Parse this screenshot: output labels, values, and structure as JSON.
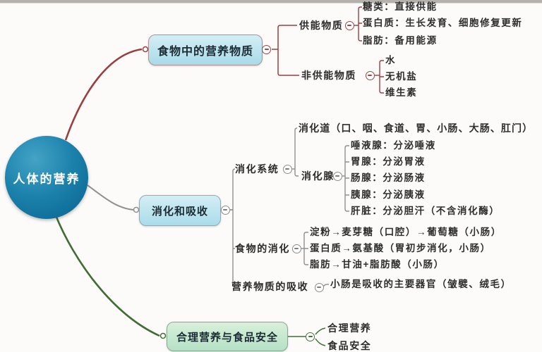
{
  "colors": {
    "branch_red": "#9a3f3f",
    "branch_gray": "#8f8f8f",
    "branch_green": "#3f6d33",
    "root_fill": "#1b81ab",
    "node_blue_top": "#d4eef5",
    "node_blue_bottom": "#a8dbe9",
    "node_green_top": "#d9f0db",
    "node_green_bottom": "#b4e1c5",
    "text": "#2e2e2e"
  },
  "root": {
    "label": "人体的营养"
  },
  "branches": {
    "nutrients": {
      "label": "食物中的营养物质",
      "energy": {
        "label": "供能物质",
        "items": [
          "糖类：直接供能",
          "蛋白质：生长发育、细胞修复更新",
          "脂肪：备用能源"
        ]
      },
      "non_energy": {
        "label": "非供能物质",
        "items": [
          "水",
          "无机盐",
          "维生素"
        ]
      }
    },
    "digestion": {
      "label": "消化和吸收",
      "system": {
        "label": "消化系统",
        "tract": "消化道（口、咽、食道、胃、小肠、大肠、肛门）",
        "glands": {
          "label": "消化腺",
          "items": [
            "唾液腺：分泌唾液",
            "胃腺：分泌胃液",
            "肠腺：分泌肠液",
            "胰腺：分泌胰液",
            "肝脏：分泌胆汗（不含消化酶）"
          ]
        }
      },
      "food_digestion": {
        "label": "食物的消化",
        "items": [
          "淀粉→麦芽糖（口腔）→葡萄糖（小肠）",
          "蛋白质→氨基酸（胃初步消化，小肠）",
          "脂肪→甘油+脂肪酸（小肠）"
        ]
      },
      "absorption": {
        "label": "营养物质的吸收",
        "note": "小肠是吸收的主要器官（皱襞、绒毛）"
      }
    },
    "safety": {
      "label": "合理营养与食品安全",
      "items": [
        "合理营养",
        "食品安全"
      ]
    }
  }
}
